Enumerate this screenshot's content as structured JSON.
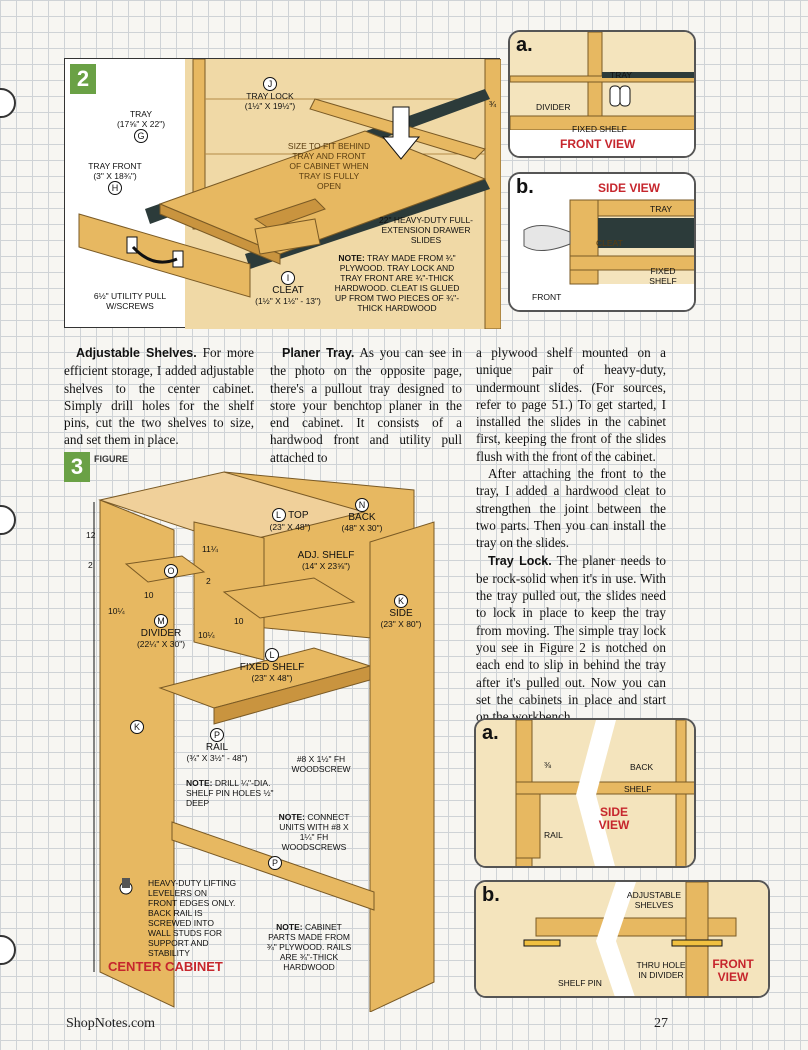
{
  "figure2": {
    "number": "2",
    "labels": {
      "tray": "TRAY",
      "tray_dims": "(17⅝\" x 22\")",
      "tray_tag": "G",
      "tray_front": "TRAY FRONT",
      "tray_front_dims": "(3\" x 18¾\")",
      "tray_front_tag": "H",
      "tray_lock": "TRAY LOCK",
      "tray_lock_dims": "(1½\" x 19½\")",
      "tray_lock_tag": "J",
      "size_note": "SIZE TO FIT BEHIND TRAY AND FRONT OF CABINET WHEN TRAY IS FULLY OPEN",
      "slides": "22\" HEAVY-DUTY FULL-EXTENSION DRAWER SLIDES",
      "three_quarter": "¾",
      "cleat": "CLEAT",
      "cleat_dims": "(1½\" x 1½\" - 13\")",
      "cleat_tag": "I",
      "pull": "6½\" UTILITY PULL w/SCREWS",
      "note_title": "NOTE:",
      "note_body": "TRAY MADE FROM ¾\" PLYWOOD. TRAY LOCK AND TRAY FRONT ARE ¾\"-THICK HARDWOOD. CLEAT IS GLUED UP FROM TWO PIECES OF ¾\"-THICK HARDWOOD"
    },
    "detail_a": {
      "letter": "a.",
      "tray": "TRAY",
      "divider": "DIVIDER",
      "fixed_shelf": "FIXED SHELF",
      "view": "FRONT VIEW"
    },
    "detail_b": {
      "letter": "b.",
      "view": "SIDE VIEW",
      "tray": "TRAY",
      "cleat": "CLEAT",
      "fixed_shelf": "FIXED SHELF",
      "front": "FRONT"
    }
  },
  "columns": {
    "col1": {
      "lead": "Adjustable Shelves.",
      "body": " For more efficient storage, I added adjustable shelves to the center cabinet. Simply drill holes for the shelf pins, cut the two shelves to size, and set them in place."
    },
    "col2": {
      "lead": "Planer Tray.",
      "body": " As you can see in the photo on the opposite page, there's a pullout tray designed to store your benchtop planer in the end cabinet. It consists of a hardwood front and utility pull attached to"
    },
    "col3": {
      "p1": "a plywood shelf mounted on a unique pair of heavy-duty, undermount slides. (For sources, refer to page 51.) To get started, I installed the slides in the cabinet first, keeping the front of the slides flush with the front of the cabinet.",
      "p2": "After attaching the front to the tray, I added a hardwood cleat to strengthen the joint between the two parts. Then you can install the tray on the slides.",
      "p3_lead": "Tray Lock.",
      "p3_body": " The planer needs to be rock-solid when it's in use. With the tray pulled out, the slides need to lock in place to keep the tray from moving. The simple tray lock you see in Figure 2 is notched on each end to slip in behind the tray after it's pulled out. Now you can set the cabinets in place and start on the workbench."
    }
  },
  "figure3": {
    "number": "3",
    "figure_word": "FIGURE",
    "labels": {
      "top": "TOP",
      "top_dims": "(23\" x 48\")",
      "top_tag": "L",
      "back": "BACK",
      "back_dims": "(48\" x 30\")",
      "back_tag": "N",
      "adj_shelf": "ADJ. SHELF",
      "adj_shelf_dims": "(14\" x 23⅝\")",
      "adj_tag": "O",
      "side": "SIDE",
      "side_dims": "(23\" x 80\")",
      "side_tag": "K",
      "divider": "DIVIDER",
      "divider_dims": "(22¼\" x 30\")",
      "divider_tag": "M",
      "fixed_shelf": "FIXED SHELF",
      "fixed_shelf_dims": "(23\" x 48\")",
      "fixed_tag": "L",
      "rail": "RAIL",
      "rail_dims": "(¾\" x 3½\" - 48\")",
      "rail_tag": "P",
      "k_tag": "K",
      "dim_12": "12",
      "dim_2": "2",
      "dim_11q": "11¼",
      "dim_2b": "2",
      "dim_10a": "10",
      "dim_10q": "10¼",
      "dim_10q2": "10¼",
      "dim_10b": "10",
      "screw1": "#8 x 1½\" Fh WOODSCREW",
      "note1_title": "NOTE:",
      "note1_body": "DRILL ¼\"-DIA. SHELF PIN HOLES ½\" DEEP",
      "note2_title": "NOTE:",
      "note2_body": "CONNECT UNITS WITH #8 x 1¼\" Fh WOODSCREWS",
      "levelers": "HEAVY-DUTY LIFTING LEVELERS ON FRONT EDGES ONLY. BACK RAIL IS SCREWED INTO WALL STUDS FOR SUPPORT AND STABILITY",
      "note3_title": "NOTE:",
      "note3_body": "CABINET PARTS MADE FROM ¾\" PLYWOOD. RAILS ARE ¾\"-THICK HARDWOOD",
      "title": "CENTER CABINET"
    }
  },
  "detail3a": {
    "letter": "a.",
    "dim": "⅜",
    "back": "BACK",
    "shelf": "SHELF",
    "rail": "RAIL",
    "view": "SIDE VIEW"
  },
  "detail3b": {
    "letter": "b.",
    "adj_shelves": "ADJUSTABLE SHELVES",
    "shelf_pin": "SHELF PIN",
    "thru": "THRU HOLE IN DIVIDER",
    "view": "FRONT VIEW"
  },
  "footer": {
    "site": "ShopNotes.com",
    "page": "27"
  },
  "colors": {
    "wood": "#e7b861",
    "wood_dark": "#c9943f",
    "green": "#6aa145",
    "red": "#c6262d"
  }
}
